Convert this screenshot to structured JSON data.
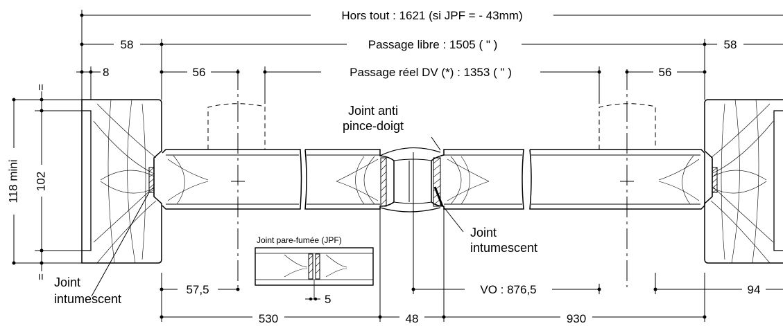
{
  "dimensions": {
    "overall": "Hors tout : 1621 (si JPF = - 43mm)",
    "frame_left": "58",
    "clear_passage": "Passage libre : 1505 ( \" )",
    "frame_right": "58",
    "rebate": "8",
    "leaf_edge_left": "56",
    "real_passage": "Passage réel DV (*) : 1353 ( \" )",
    "leaf_edge_right": "56",
    "height_total": "118 mini",
    "height_rebate": "102",
    "equal_top": "=",
    "equal_bottom": "=",
    "hinge_offset": "57,5",
    "vo": "VO : 876,5",
    "right_offset": "94",
    "leaf_small": "530",
    "meeting_gap": "48",
    "leaf_large": "930",
    "jpf_gap": "5"
  },
  "labels": {
    "joint_pince_line1": "Joint anti",
    "joint_pince_line2": "pince-doigt",
    "joint_intumescent_center_line1": "Joint",
    "joint_intumescent_center_line2": "intumescent",
    "joint_intumescent_left_line1": "Joint",
    "joint_intumescent_left_line2": "intumescent",
    "joint_smoke": "Joint pare-fumée (JPF)"
  }
}
